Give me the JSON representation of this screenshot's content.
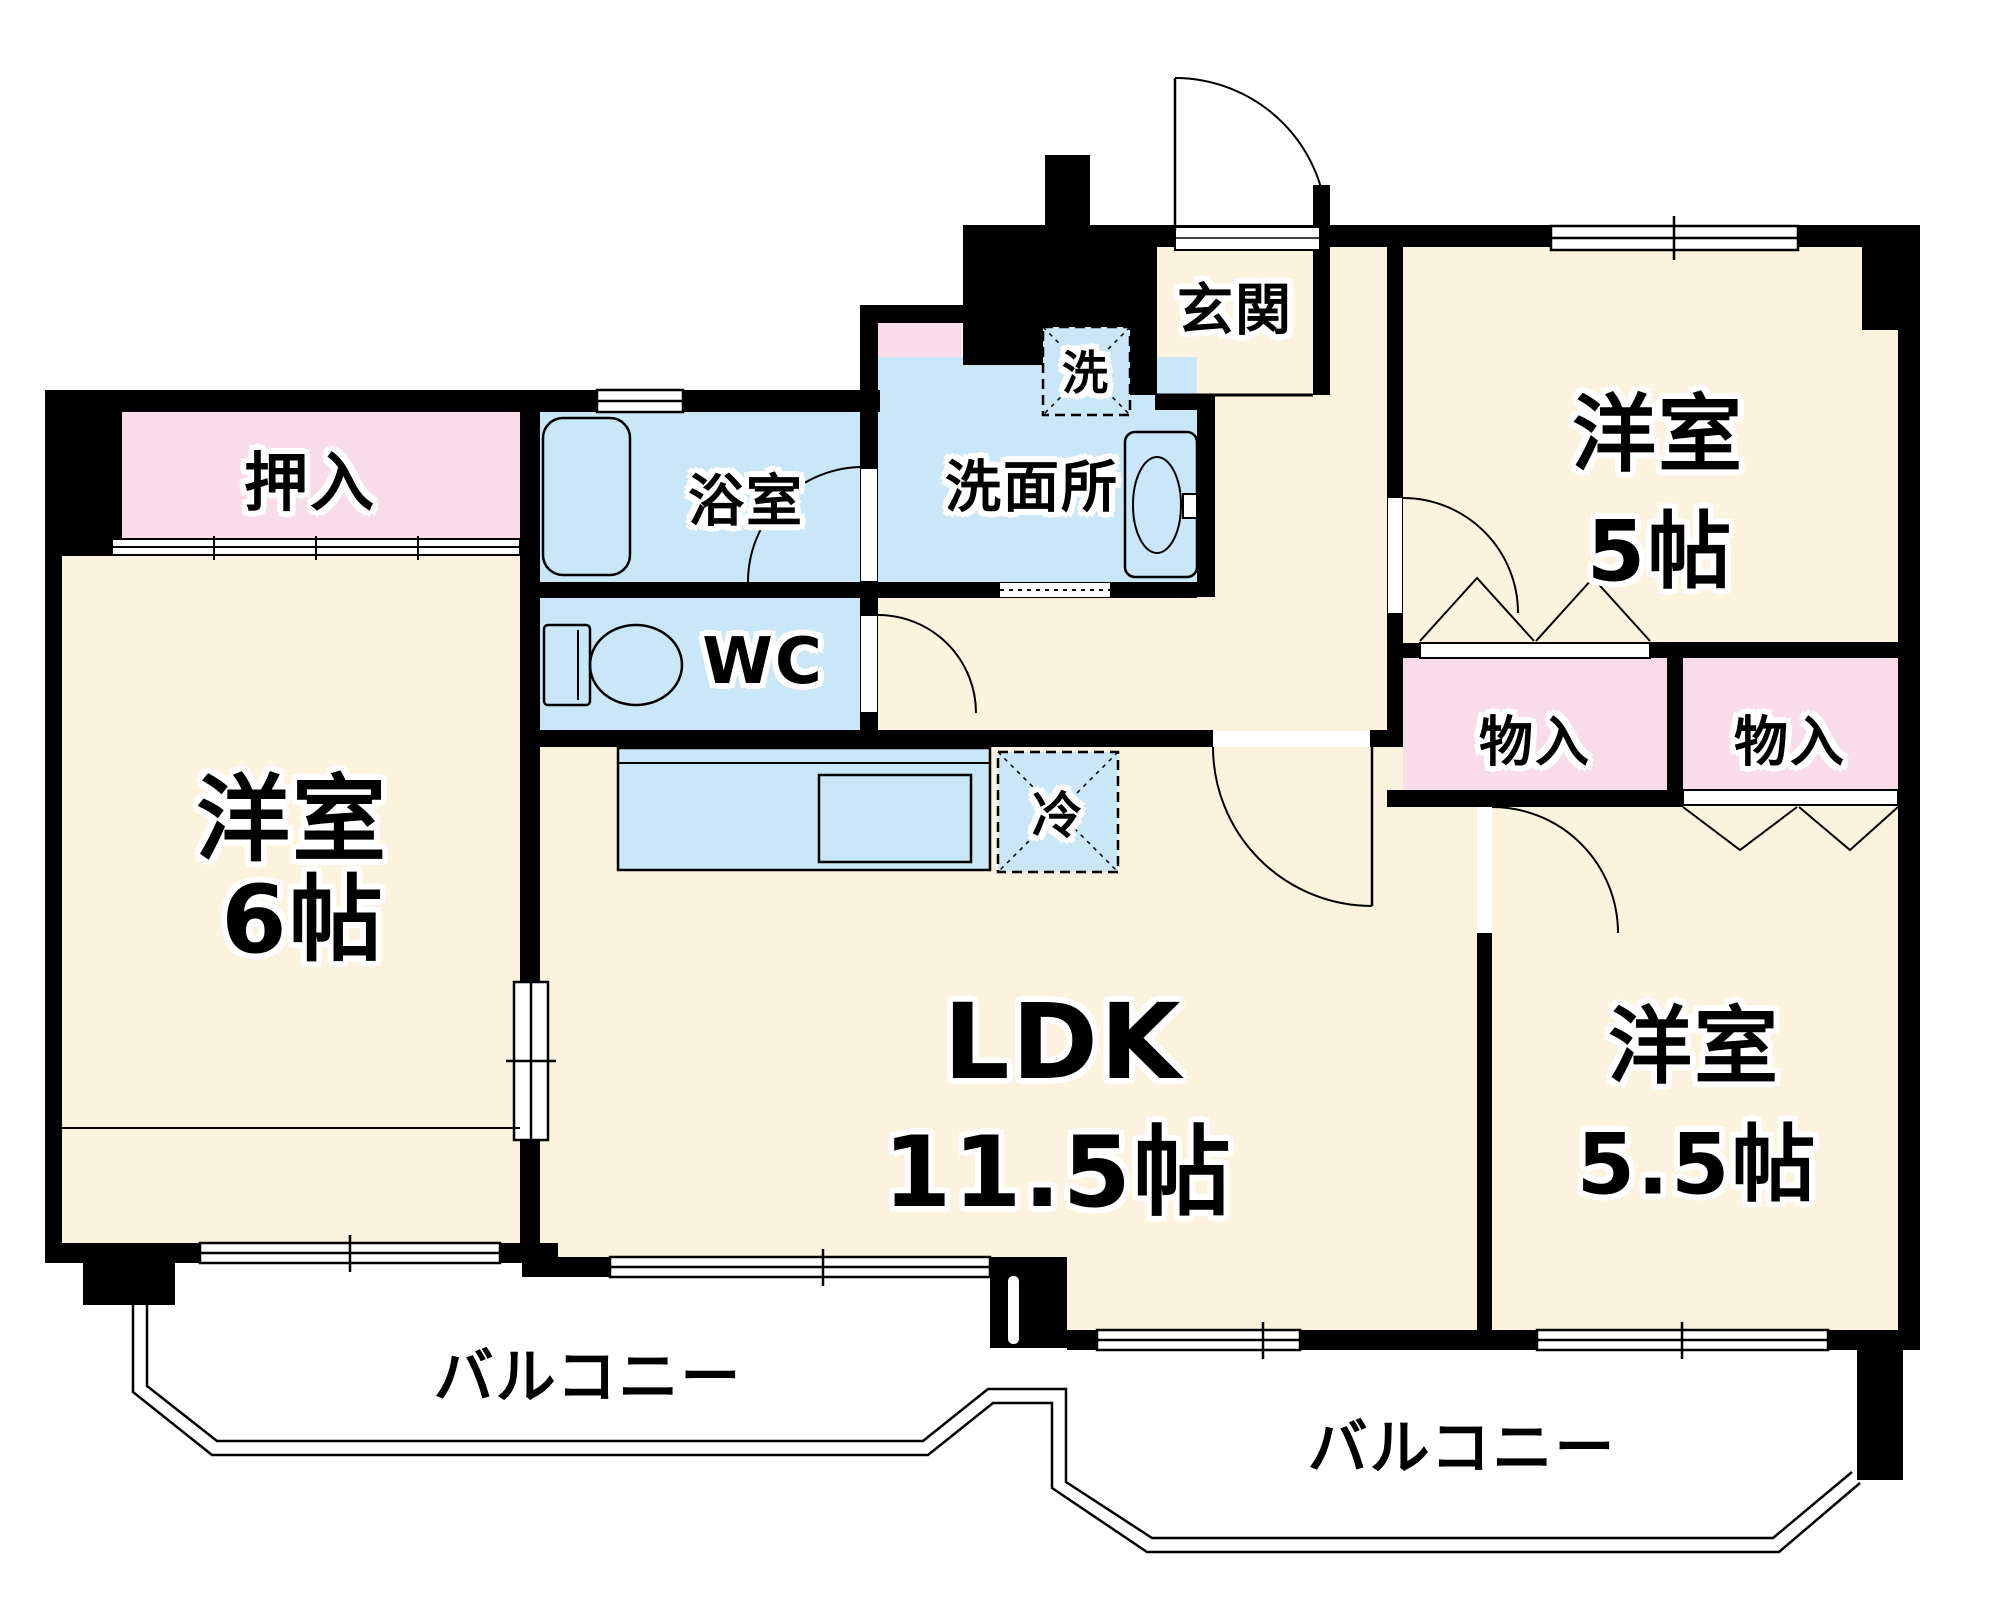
{
  "plan": {
    "type": "apartment-floorplan",
    "colors": {
      "wall": "#000000",
      "room_floor": "#FBF3DE",
      "closet_pink": "#F8DCE9",
      "wet_area_blue": "#C9E7F7",
      "background": "#FFFFFF"
    },
    "rooms": {
      "oshiire": {
        "label": "押入"
      },
      "bath": {
        "label": "浴室"
      },
      "wc": {
        "label": "WC"
      },
      "washroom": {
        "label": "洗面所"
      },
      "genkan": {
        "label": "玄関"
      },
      "west5": {
        "label": "洋室",
        "size": "5帖"
      },
      "storage1": {
        "label": "物入"
      },
      "storage2": {
        "label": "物入"
      },
      "west6": {
        "label": "洋室",
        "size": "6帖"
      },
      "ldk": {
        "label": "LDK",
        "size": "11.5帖"
      },
      "west55": {
        "label": "洋室",
        "size": "5.5帖"
      },
      "balcony1": {
        "label": "バルコニー"
      },
      "balcony2": {
        "label": "バルコニー"
      }
    },
    "fixtures": {
      "washer": {
        "label": "洗"
      },
      "fridge": {
        "label": "冷"
      }
    }
  }
}
